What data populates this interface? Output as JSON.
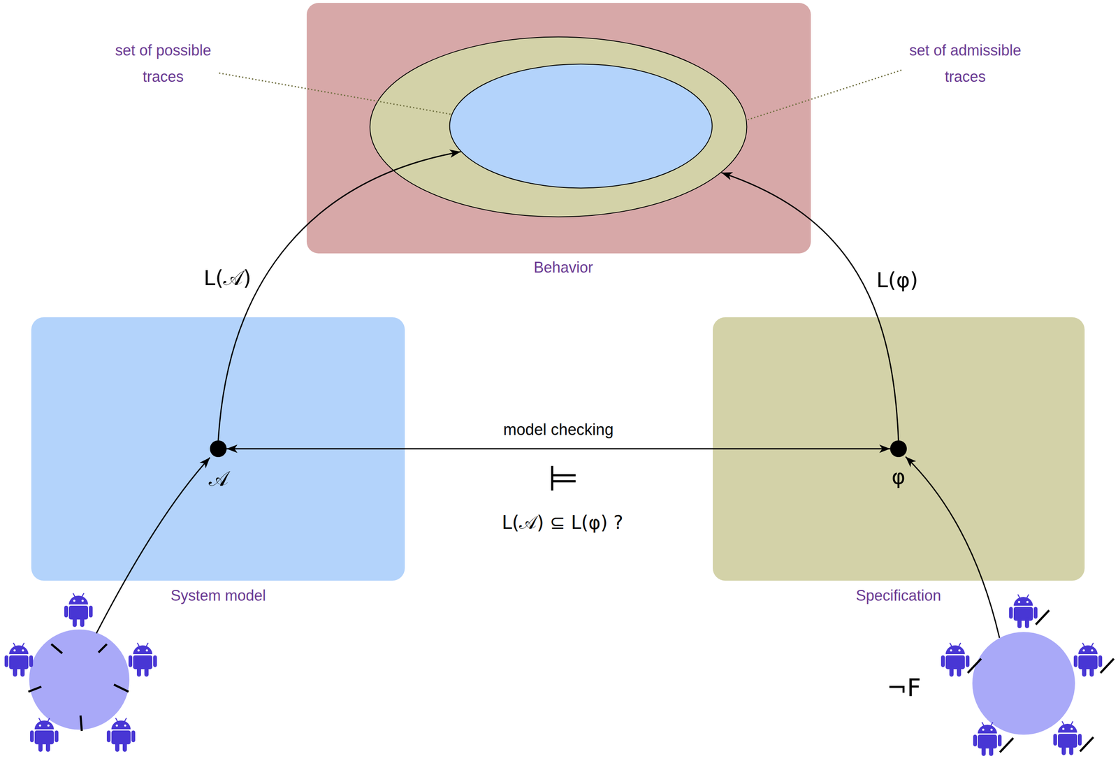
{
  "diagram": {
    "nodes": [
      {
        "text": [
          "Behavior"
        ]
      },
      {
        "text": [
          "set of admissible traces"
        ],
        "in": 0
      },
      {
        "text": [
          "set of possible traces"
        ],
        "in": 1
      },
      {
        "text": [
          "System model"
        ]
      },
      {
        "text": [
          "𝒜"
        ],
        "in": 3
      },
      {
        "text": [
          "Specification"
        ]
      },
      {
        "text": [
          "φ"
        ],
        "in": 5
      }
    ],
    "edges": [
      {
        "from": 4,
        "to": 2,
        "arrow": "to",
        "label": "L(𝒜)"
      },
      {
        "from": 4,
        "to": 6,
        "arrow": "both",
        "label": "model checking"
      },
      {
        "from": 6,
        "to": 1,
        "arrow": "to",
        "label": "L(φ)"
      }
    ],
    "labels": [
      "⊨",
      "L(𝒜) ⊆ L(φ) ?",
      "¬F"
    ]
  }
}
